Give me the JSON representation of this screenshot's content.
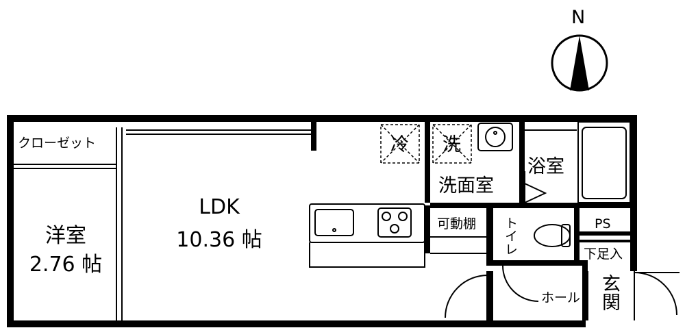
{
  "compass": {
    "label": "N"
  },
  "rooms": {
    "western_room": {
      "name": "洋室",
      "size": "2.76 帖"
    },
    "ldk": {
      "name": "LDK",
      "size": "10.36 帖"
    },
    "closet": {
      "name": "クローゼット"
    },
    "washroom": {
      "name": "洗面室"
    },
    "bathroom": {
      "name": "浴室"
    },
    "toilet": {
      "name": "トイレ"
    },
    "hall": {
      "name": "ホール"
    },
    "entrance": {
      "name": "玄関"
    },
    "shoe_closet": {
      "name": "下足入"
    },
    "pipe_space": {
      "name": "PS"
    },
    "movable_shelf": {
      "name": "可動棚"
    }
  },
  "fixtures": {
    "fridge": {
      "name": "冷"
    },
    "washer": {
      "name": "洗"
    }
  }
}
